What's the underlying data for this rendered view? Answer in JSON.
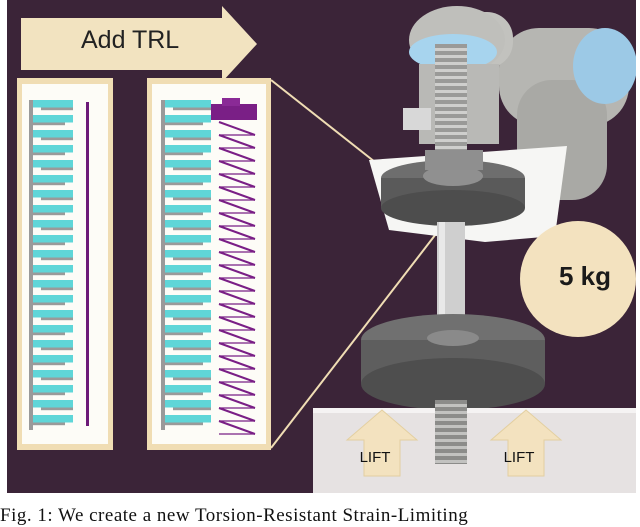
{
  "figure": {
    "arrow_label": "Add TRL",
    "weight_label": "5 kg",
    "lift_labels": [
      "LIFT",
      "LIFT"
    ]
  },
  "caption": {
    "text": "Fig. 1: We create a new Torsion-Resistant Strain-Limiting"
  },
  "colors": {
    "background": "#3b2438",
    "arrow": "#f2e3c0",
    "panel_border": "#f0ddb4",
    "pattern_cyan": "#5fd6d8",
    "pattern_gray": "#9a9a9a",
    "spring_purple": "#7a1f86",
    "weight_circle": "#f3e2bf",
    "lift_arrow": "#f3e2bf"
  }
}
